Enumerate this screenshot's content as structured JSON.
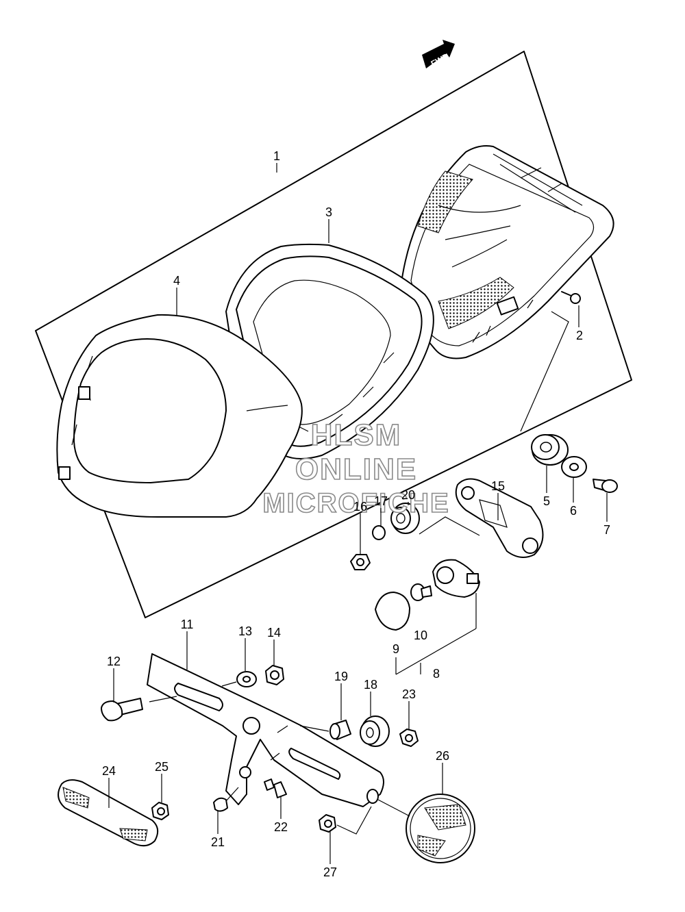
{
  "fwd_label": "FWD",
  "watermark": {
    "line1": "HLSM",
    "line2": "ONLINE",
    "line3": "MICROFICHE"
  },
  "callouts": [
    "1",
    "2",
    "3",
    "4",
    "5",
    "6",
    "7",
    "8",
    "9",
    "10",
    "11",
    "12",
    "13",
    "14",
    "15",
    "16",
    "17",
    "18",
    "19",
    "20",
    "21",
    "22",
    "23",
    "24",
    "25",
    "26",
    "27"
  ]
}
